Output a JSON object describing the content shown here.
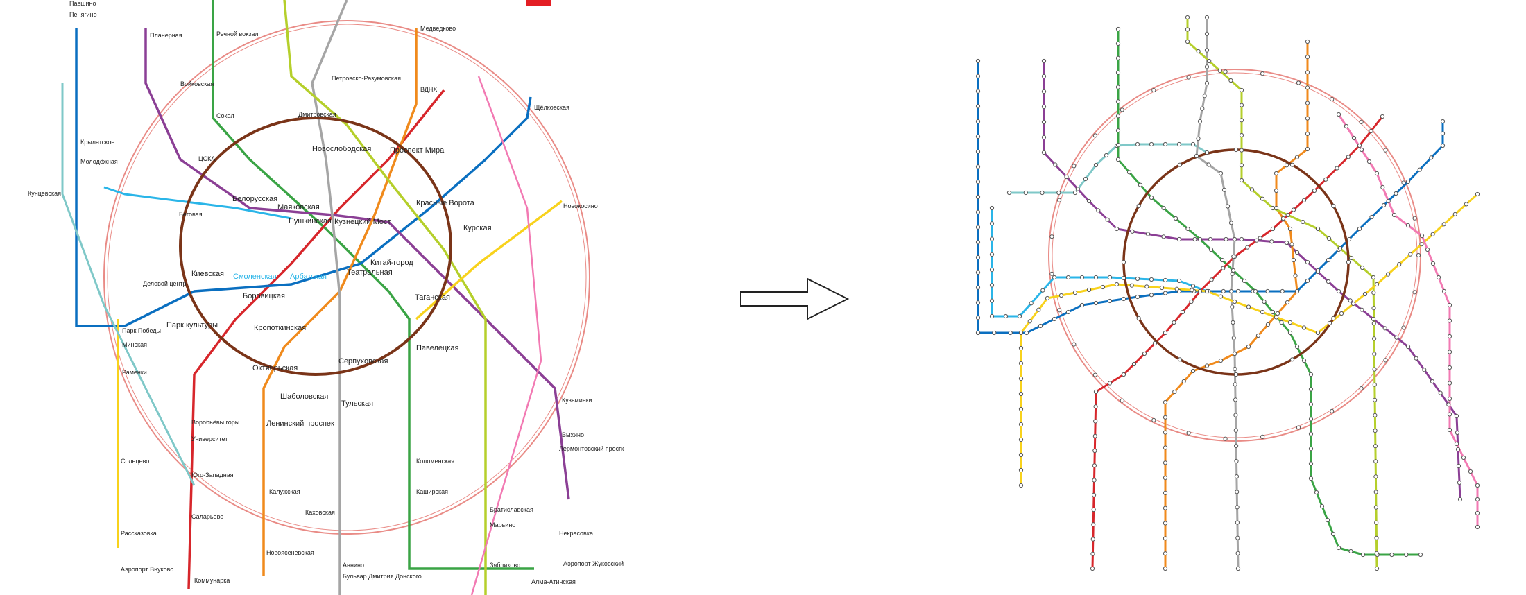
{
  "colors": {
    "red": "#d7262b",
    "green": "#3aa445",
    "blue": "#0a6fc0",
    "lightblue": "#2ab5e8",
    "brown": "#7a3418",
    "orange": "#f08a1c",
    "purple": "#8b3f95",
    "yellow": "#f8d21c",
    "grey": "#a5a5a5",
    "lime": "#b5cf2b",
    "teal": "#7fc8c8",
    "pink": "#f27ab3",
    "ring": "#e98b86",
    "accent": "#e31e24"
  },
  "conversion_arrow": {
    "icon": "arrow-right-icon"
  },
  "left_map": {
    "labels": [
      {
        "id": "pavshino",
        "text": "Павшино"
      },
      {
        "id": "penyagino",
        "text": "Пенягино"
      },
      {
        "id": "petrovsko-razumovskaya",
        "text": "Петровско-Разумовская"
      },
      {
        "id": "planernaya",
        "text": "Планерная"
      },
      {
        "id": "rechnoy",
        "text": "Речной вокзал"
      },
      {
        "id": "medvedkovo",
        "text": "Медведково"
      },
      {
        "id": "dmitrovskaya",
        "text": "Дмитровская"
      },
      {
        "id": "voikovskaya",
        "text": "Войковская"
      },
      {
        "id": "vdnh",
        "text": "ВДНХ"
      },
      {
        "id": "shchelkovskaya",
        "text": "Щёлковская"
      },
      {
        "id": "belorusskaya",
        "text": "Белорусская"
      },
      {
        "id": "novoslobodskaya",
        "text": "Новослободская"
      },
      {
        "id": "prospekt-mira",
        "text": "Проспект Мира"
      },
      {
        "id": "mayakovskaya",
        "text": "Маяковская"
      },
      {
        "id": "pushkinskaya",
        "text": "Пушкинская"
      },
      {
        "id": "kuznetsky",
        "text": "Кузнецкий Мост"
      },
      {
        "id": "krasnye-vorota",
        "text": "Красные Ворота"
      },
      {
        "id": "kurskaya",
        "text": "Курская"
      },
      {
        "id": "kievskaya",
        "text": "Киевская"
      },
      {
        "id": "arbatskaya",
        "text": "Арбатская"
      },
      {
        "id": "smolenskaya",
        "text": "Смоленская"
      },
      {
        "id": "borovitskaya",
        "text": "Боровицкая"
      },
      {
        "id": "teatralnaya",
        "text": "Театральная"
      },
      {
        "id": "kitay-gorod",
        "text": "Китай-город"
      },
      {
        "id": "taganskaya",
        "text": "Таганская"
      },
      {
        "id": "park-kultury",
        "text": "Парк культуры"
      },
      {
        "id": "kropotkinskaya",
        "text": "Кропоткинская"
      },
      {
        "id": "paveletskaya",
        "text": "Павелецкая"
      },
      {
        "id": "oktyabrskaya",
        "text": "Октябрьская"
      },
      {
        "id": "serpukhovskaya",
        "text": "Серпуховская"
      },
      {
        "id": "tulskaya",
        "text": "Тульская"
      },
      {
        "id": "shabolovskaya",
        "text": "Шаболовская"
      },
      {
        "id": "leninsky",
        "text": "Ленинский проспект"
      },
      {
        "id": "vorobyovy",
        "text": "Воробьёвы горы"
      },
      {
        "id": "universitet",
        "text": "Университет"
      },
      {
        "id": "yugo-zapadnaya",
        "text": "Юго-Западная"
      },
      {
        "id": "kaluzhskaya",
        "text": "Калужская"
      },
      {
        "id": "kakhovskaya",
        "text": "Каховская"
      },
      {
        "id": "kashirskaya",
        "text": "Каширская"
      },
      {
        "id": "kolomenskaya",
        "text": "Коломенская"
      },
      {
        "id": "bratislavskaya",
        "text": "Братиславская"
      },
      {
        "id": "marino",
        "text": "Марьино"
      },
      {
        "id": "novokosino",
        "text": "Новокосино"
      },
      {
        "id": "vykhino",
        "text": "Выхино"
      },
      {
        "id": "kuzminki",
        "text": "Кузьминки"
      },
      {
        "id": "krylatskoe",
        "text": "Крылатское"
      },
      {
        "id": "kuntsevskaya",
        "text": "Кунцевская"
      },
      {
        "id": "molodezhnaya",
        "text": "Молодёжная"
      },
      {
        "id": "rasskazovka",
        "text": "Рассказовка"
      },
      {
        "id": "solntsevo",
        "text": "Солнцево"
      },
      {
        "id": "kommunarka",
        "text": "Коммунарка"
      },
      {
        "id": "salaryevo",
        "text": "Саларьево"
      },
      {
        "id": "novoyasenevskaya",
        "text": "Новоясеневская"
      },
      {
        "id": "alma-atinskaya",
        "text": "Алма-Атинская"
      },
      {
        "id": "zyablikovo",
        "text": "Зябликово"
      },
      {
        "id": "bulvar-dmitriya",
        "text": "Бульвар Дмитрия Донского"
      },
      {
        "id": "annino",
        "text": "Аннино"
      },
      {
        "id": "nekrasovka",
        "text": "Некрасовка"
      },
      {
        "id": "lermontovsky",
        "text": "Лермонтовский проспект"
      },
      {
        "id": "park-pobedy",
        "text": "Парк Победы"
      },
      {
        "id": "delovoy-tsentr",
        "text": "Деловой центр"
      },
      {
        "id": "ramenki",
        "text": "Раменки"
      },
      {
        "id": "minskaya",
        "text": "Минская"
      },
      {
        "id": "begovaya",
        "text": "Беговая"
      },
      {
        "id": "tsska",
        "text": "ЦСКА"
      },
      {
        "id": "sokol",
        "text": "Сокол"
      },
      {
        "id": "airport-vnukovo",
        "text": "Аэропорт Внуково"
      },
      {
        "id": "airport-zhukovsky",
        "text": "Аэропорт Жуковский"
      }
    ]
  }
}
